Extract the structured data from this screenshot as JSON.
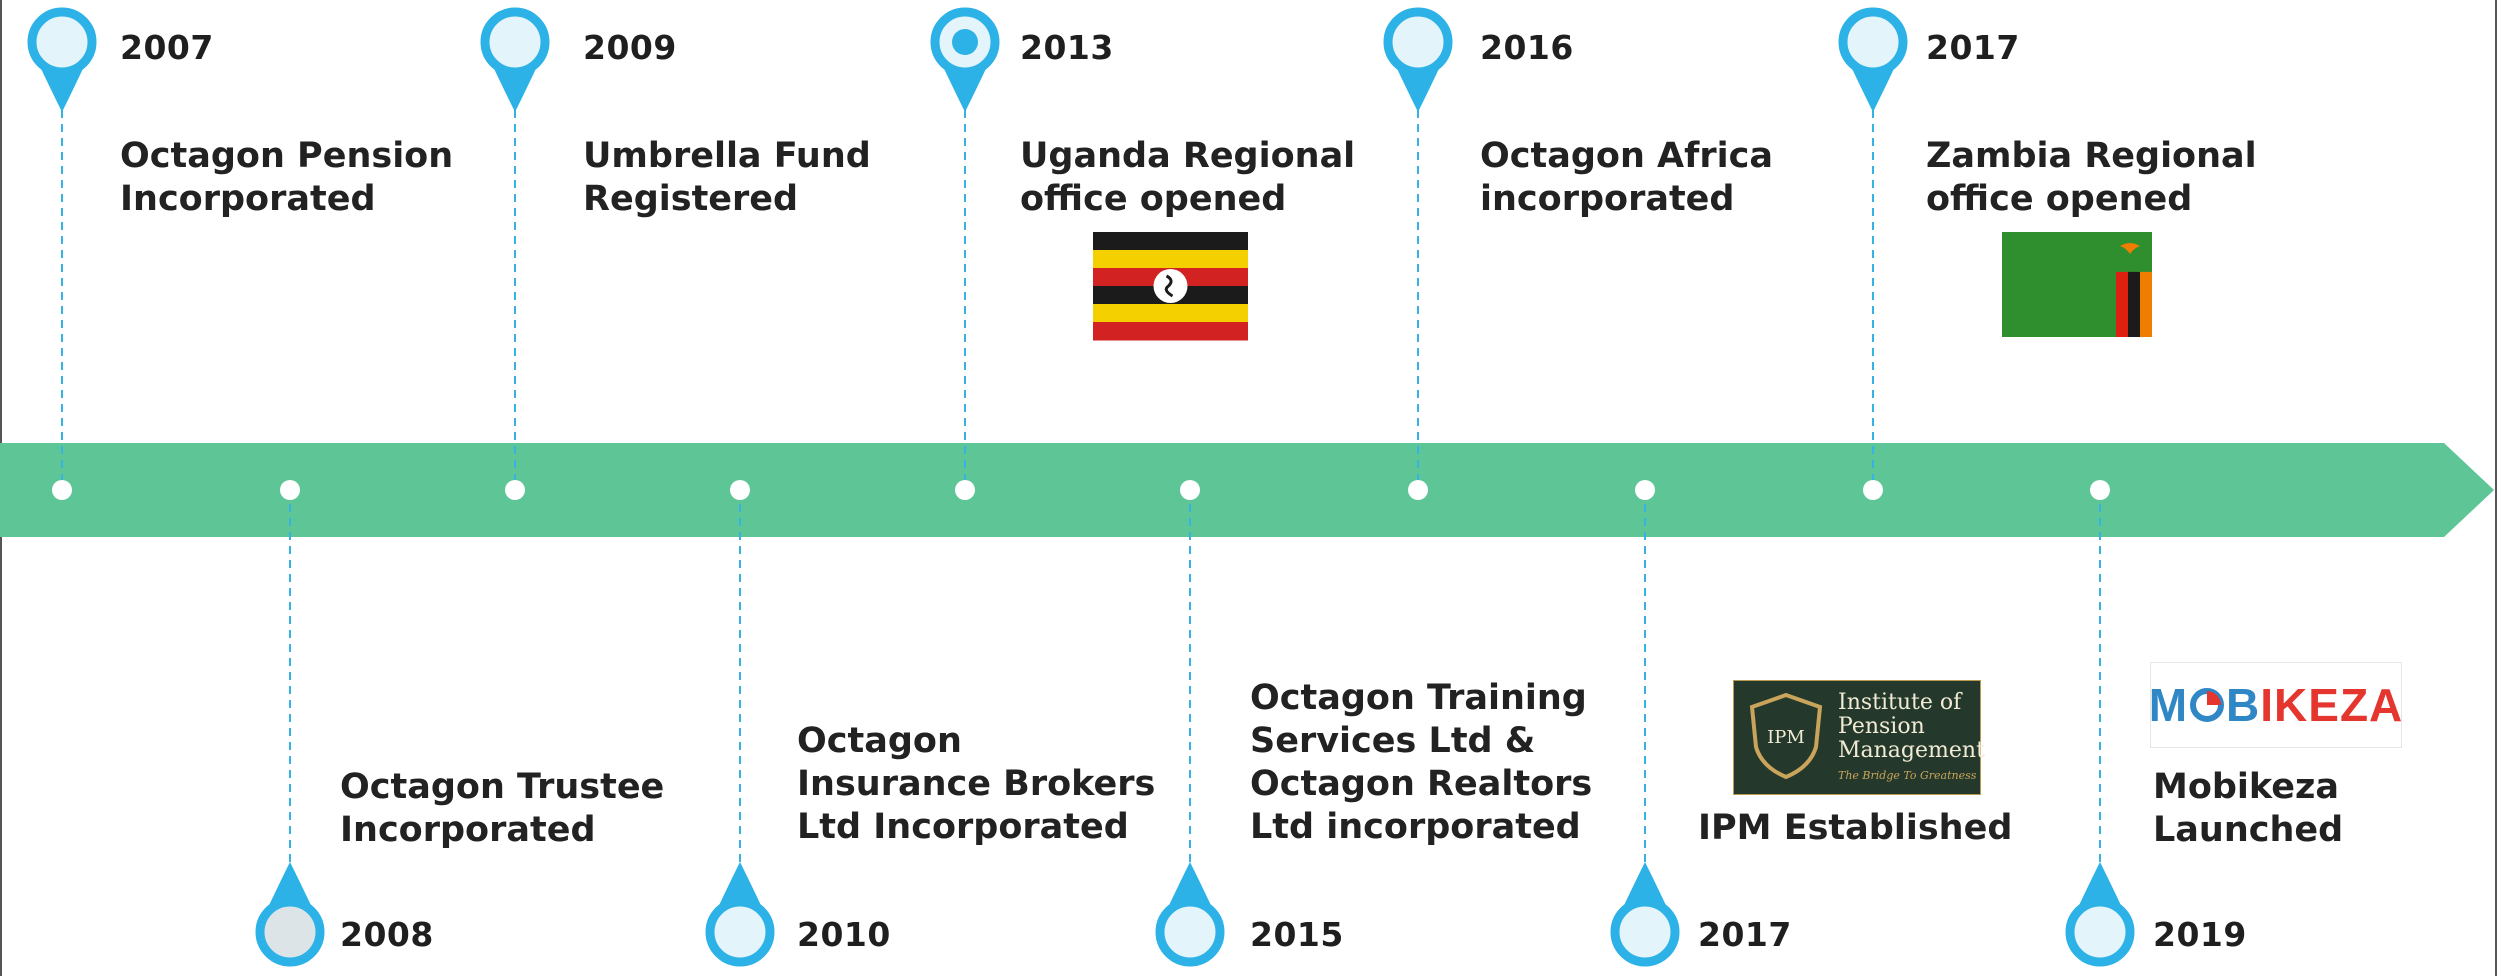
{
  "colors": {
    "arrow": "#5dc596",
    "pin": "#2cb2e6",
    "pin_fill": "#e4f4fb",
    "pin_fill_2008": "#dde4e8",
    "dashed_line": "#36b3e2",
    "dot": "#ffffff",
    "text": "#1f1f1f"
  },
  "timeline": {
    "milestones": [
      {
        "year": "2007",
        "lines": [
          "Octagon Pension",
          "Incorporated"
        ],
        "side": "top"
      },
      {
        "year": "2008",
        "lines": [
          "Octagon Trustee",
          "Incorporated"
        ],
        "side": "bottom"
      },
      {
        "year": "2009",
        "lines": [
          "Umbrella Fund",
          "Registered"
        ],
        "side": "top"
      },
      {
        "year": "2010",
        "lines": [
          "Octagon",
          "Insurance Brokers",
          "Ltd Incorporated"
        ],
        "side": "bottom"
      },
      {
        "year": "2013",
        "lines": [
          "Uganda Regional",
          "office opened"
        ],
        "side": "top",
        "image": "uganda-flag"
      },
      {
        "year": "2015",
        "lines": [
          "Octagon Training",
          "Services Ltd &",
          "Octagon Realtors",
          "Ltd incorporated"
        ],
        "side": "bottom"
      },
      {
        "year": "2016",
        "lines": [
          "Octagon Africa",
          "incorporated"
        ],
        "side": "top"
      },
      {
        "year": "2017",
        "lines": [
          "IPM Established"
        ],
        "side": "bottom",
        "image": "ipm-logo"
      },
      {
        "year": "2017",
        "lines": [
          "Zambia Regional",
          "office opened"
        ],
        "side": "top",
        "image": "zambia-flag"
      },
      {
        "year": "2019",
        "lines": [
          "Mobikeza",
          "Launched"
        ],
        "side": "bottom",
        "image": "mobikeza-logo"
      }
    ]
  },
  "logos": {
    "ipm": {
      "lines": [
        "Institute of",
        "Pension",
        "Management"
      ],
      "abbr": "IPM",
      "tagline": "The Bridge To Greatness"
    },
    "mobikeza": {
      "part1": "M",
      "part2": "B",
      "part3": "IKEZA"
    }
  }
}
